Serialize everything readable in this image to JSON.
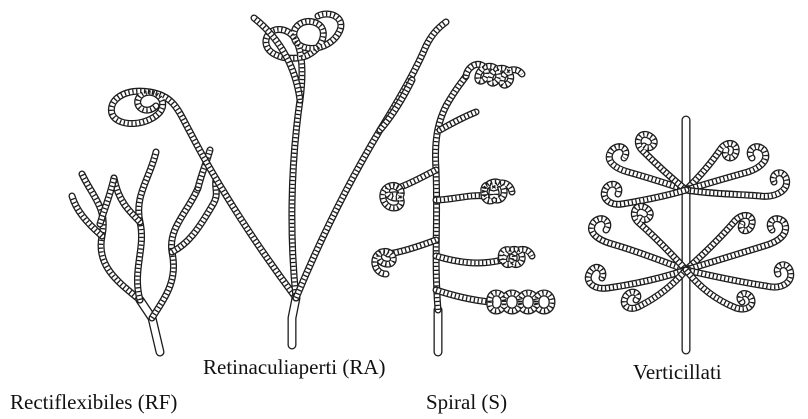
{
  "labels": {
    "rectiflexibiles": "Rectiflexibiles (RF)",
    "retinaculiaperti": "Retinaculiaperti (RA)",
    "spiral": "Spiral (S)",
    "verticillati": "Verticillati"
  },
  "ink_color": "#1c1c1c",
  "background_color": "#ffffff"
}
